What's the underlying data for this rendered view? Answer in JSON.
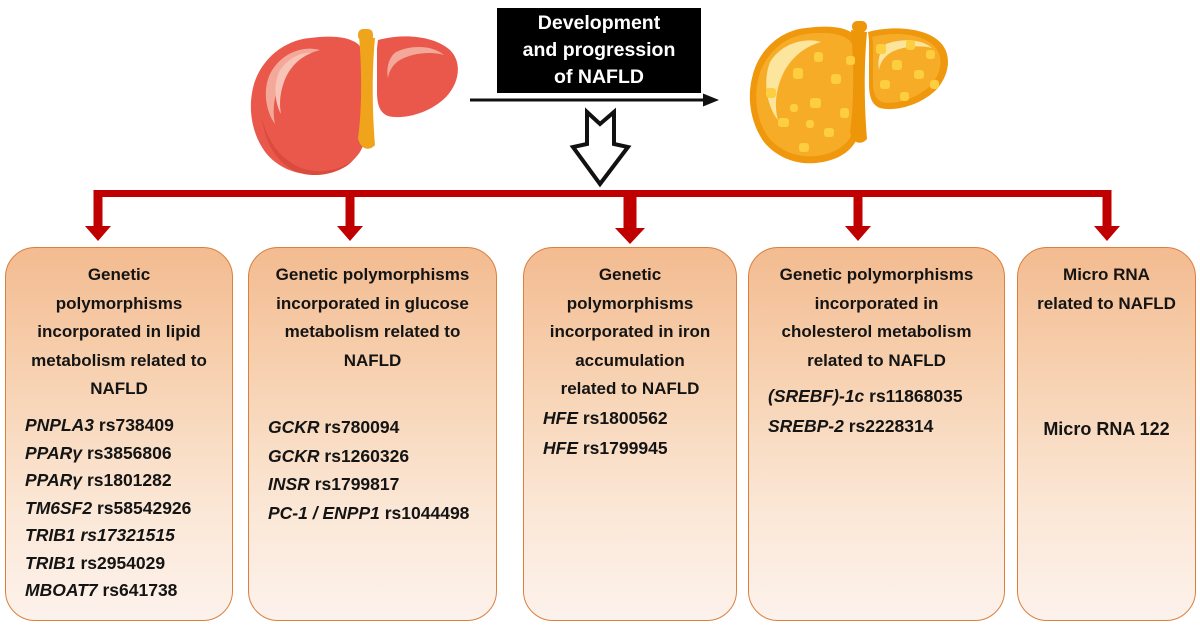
{
  "header": {
    "title": "Development\nand progression\nof NAFLD"
  },
  "figures": {
    "left_icon": "healthy-liver",
    "right_icon": "fatty-liver",
    "progression_arrow": "right-arrow",
    "down_arrow": "hollow-down-arrow"
  },
  "colors": {
    "connector_red": "#C00000",
    "box_border": "#DC7F3D",
    "box_gradient_top": "#F3BB90",
    "box_gradient_bottom": "#FCF2EC",
    "title_box_bg": "#000000",
    "title_box_text": "#FFFFFF",
    "healthy_liver_red": "#E9584A",
    "fatty_liver_orange": "#F6A81F",
    "gallbladder_yellow": "#F0A41B"
  },
  "boxes": [
    {
      "heading": "Genetic\npolymorphisms\nincorporated in lipid\nmetabolism related to\nNAFLD",
      "genes": [
        {
          "gene": "PNPLA3",
          "rs": "rs738409"
        },
        {
          "gene": "PPARγ",
          "rs": "rs3856806"
        },
        {
          "gene": "PPARγ",
          "rs": "rs1801282"
        },
        {
          "gene": "TM6SF2",
          "rs": "rs58542926"
        },
        {
          "gene": "TRIB1",
          "rs": "rs17321515"
        },
        {
          "gene": "TRIB1",
          "rs": "rs2954029"
        },
        {
          "gene": "MBOAT7",
          "rs": "rs641738"
        }
      ]
    },
    {
      "heading": "Genetic polymorphisms\nincorporated in glucose\nmetabolism related to\nNAFLD",
      "genes": [
        {
          "gene": "GCKR",
          "rs": "rs780094"
        },
        {
          "gene": "GCKR",
          "rs": "rs1260326"
        },
        {
          "gene": "INSR",
          "rs": "rs1799817"
        },
        {
          "gene": "PC-1 / ENPP1",
          "rs": "rs1044498"
        }
      ]
    },
    {
      "heading": "Genetic\npolymorphisms\nincorporated in iron\naccumulation\nrelated to NAFLD",
      "genes": [
        {
          "gene": "HFE",
          "rs": "rs1800562"
        },
        {
          "gene": "HFE",
          "rs": "rs1799945"
        }
      ]
    },
    {
      "heading": "Genetic polymorphisms\nincorporated in\ncholesterol metabolism\nrelated to NAFLD",
      "genes": [
        {
          "gene": "(SREBF)-1c",
          "rs": "rs11868035"
        },
        {
          "gene": "SREBP-2",
          "rs": "rs2228314"
        }
      ]
    },
    {
      "heading": "Micro RNA\nrelated to NAFLD",
      "note": "Micro RNA 122"
    }
  ]
}
